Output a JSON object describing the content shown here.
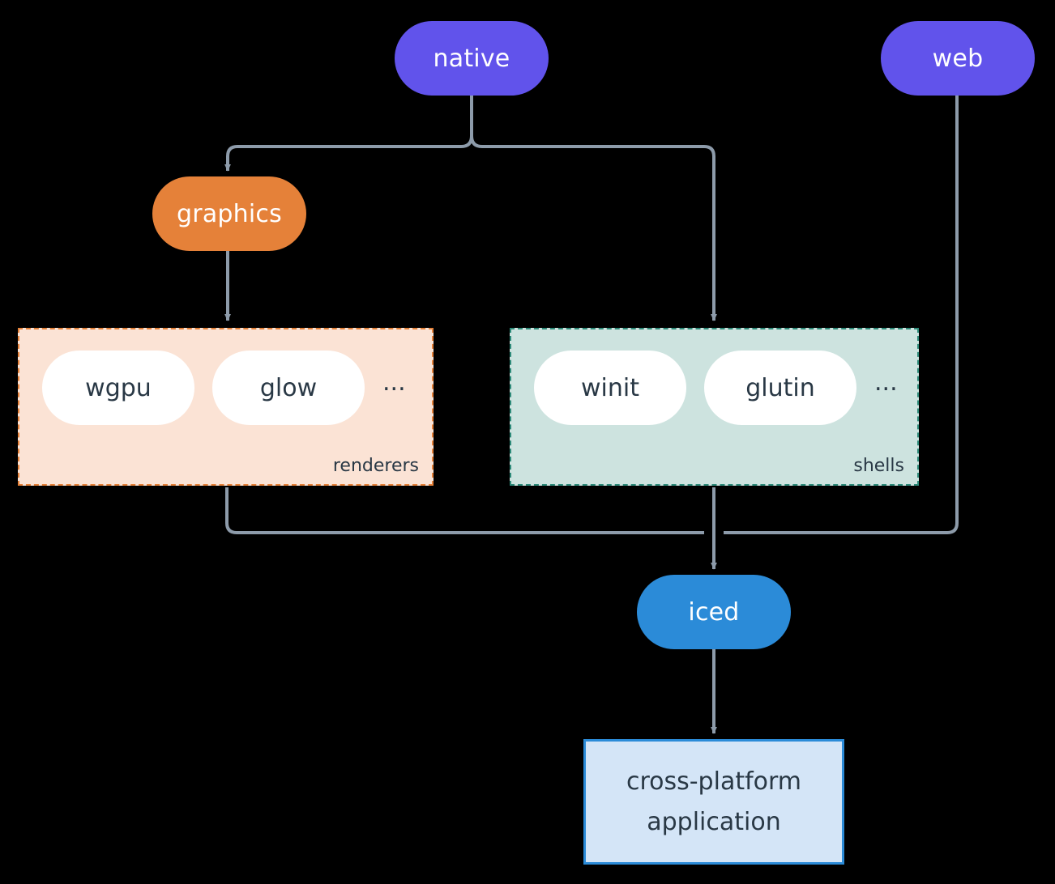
{
  "diagram": {
    "type": "architecture-flow",
    "background_color": "#000000",
    "edge_color": "#8D9BAA",
    "nodes": {
      "native": {
        "label": "native",
        "shape": "pill",
        "fill": "#6153EB",
        "text_color": "#ffffff"
      },
      "web": {
        "label": "web",
        "shape": "pill",
        "fill": "#6153EB",
        "text_color": "#ffffff"
      },
      "graphics": {
        "label": "graphics",
        "shape": "pill",
        "fill": "#E58139",
        "text_color": "#ffffff"
      },
      "iced": {
        "label": "iced",
        "shape": "pill",
        "fill": "#2B8BD8",
        "text_color": "#ffffff"
      },
      "application": {
        "line1": "cross-platform",
        "line2": "application",
        "shape": "rectangle",
        "fill": "#D4E5F7",
        "border_color": "#2B8BD8",
        "text_color": "#293845"
      }
    },
    "clusters": [
      {
        "id": "renderers",
        "label": "renderers",
        "fill": "#FBE3D5",
        "border_color": "#E58139",
        "border_style": "dashed",
        "items": [
          {
            "label": "wgpu"
          },
          {
            "label": "glow"
          }
        ],
        "overflow": "..."
      },
      {
        "id": "shells",
        "label": "shells",
        "fill": "#CDE3DF",
        "border_color": "#2E8B7A",
        "border_style": "dashed",
        "items": [
          {
            "label": "winit"
          },
          {
            "label": "glutin"
          }
        ],
        "overflow": "..."
      }
    ],
    "edges": [
      {
        "from": "native",
        "to": "graphics",
        "arrow": true
      },
      {
        "from": "native",
        "to": "shells",
        "arrow": true
      },
      {
        "from": "graphics",
        "to": "renderers",
        "arrow": true
      },
      {
        "from": "renderers",
        "to": "iced",
        "arrow": true
      },
      {
        "from": "shells",
        "to": "iced",
        "arrow": true
      },
      {
        "from": "web",
        "to": "iced",
        "arrow": true
      },
      {
        "from": "iced",
        "to": "application",
        "arrow": true
      }
    ]
  }
}
